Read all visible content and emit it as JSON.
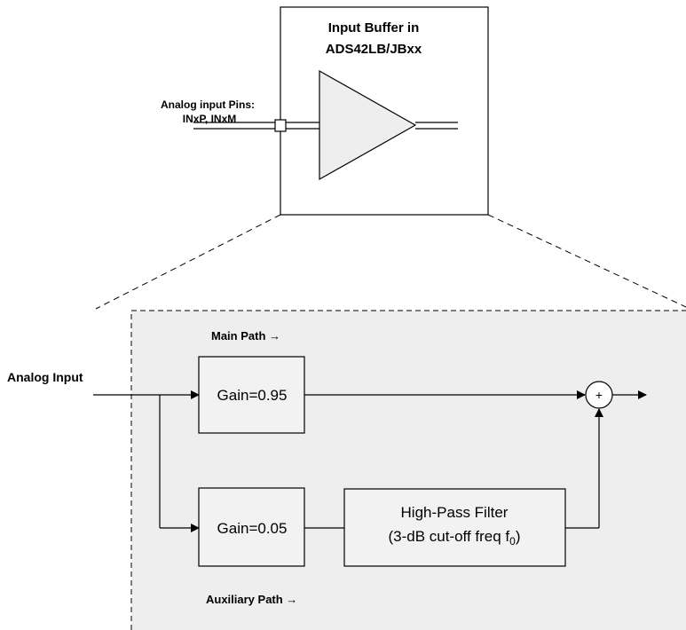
{
  "top_block": {
    "title_line1": "Input Buffer in",
    "title_line2": "ADS42LB/JBxx"
  },
  "pins": {
    "label_line1": "Analog input Pins:",
    "label_line2": "INxP, INxM"
  },
  "detail": {
    "input_label": "Analog Input",
    "main_path_label": "Main Path →",
    "aux_path_label": "Auxiliary Path →",
    "gain_main": "Gain=0.95",
    "gain_aux": "Gain=0.05",
    "hpf_line1": "High-Pass Filter",
    "hpf_line2_prefix": "(3-dB cut-off freq f",
    "hpf_line2_sub": "0",
    "hpf_line2_suffix": ")",
    "sum_symbol": "+"
  },
  "colors": {
    "detail_fill": "#eeeeee",
    "stroke": "#000000",
    "block_fill": "#f2f2f2",
    "amp_fill": "#eeeeee"
  }
}
